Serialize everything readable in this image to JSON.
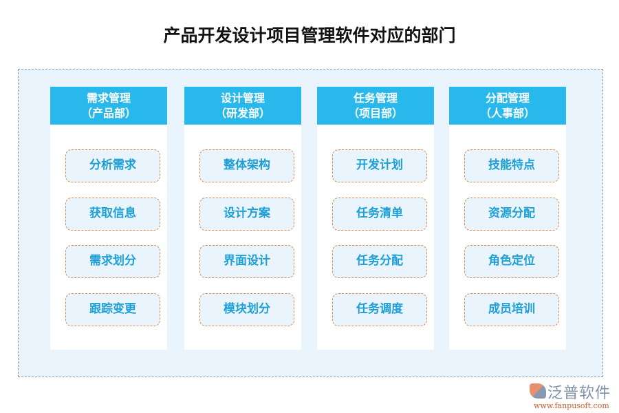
{
  "title": "产品开发设计项目管理软件对应的部门",
  "columns": [
    {
      "title": "需求管理",
      "dept": "（产品部）",
      "items": [
        "分析需求",
        "获取信息",
        "需求划分",
        "跟踪变更"
      ]
    },
    {
      "title": "设计管理",
      "dept": "（研发部）",
      "items": [
        "整体架构",
        "设计方案",
        "界面设计",
        "模块划分"
      ]
    },
    {
      "title": "任务管理",
      "dept": "（项目部）",
      "items": [
        "开发计划",
        "任务清单",
        "任务分配",
        "任务调度"
      ]
    },
    {
      "title": "分配管理",
      "dept": "（人事部）",
      "items": [
        "技能特点",
        "资源分配",
        "角色定位",
        "成员培训"
      ]
    }
  ],
  "logo": {
    "name": "泛普软件",
    "url": "www.fanpusoft.com"
  },
  "colors": {
    "header": "#29b8ec",
    "item_text": "#1e9fd5",
    "item_border": "#d98a4e",
    "background": "#eaf4fd"
  }
}
